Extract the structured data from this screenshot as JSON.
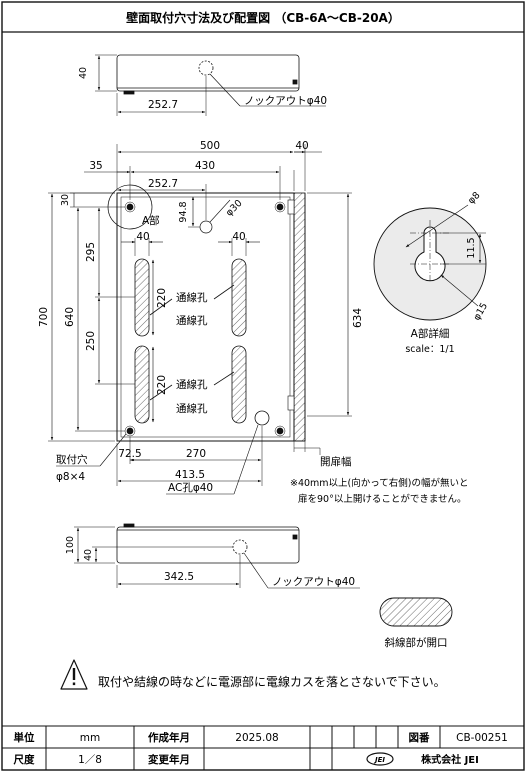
{
  "title": "壁面取付穴寸法及び配置図 （CB-6A～CB-20A）",
  "top_view": {
    "dim_height": "40",
    "dim_ko_pos": "252.7",
    "knockout_label": "ノックアウトφ40"
  },
  "front_view": {
    "dim_width": "500",
    "dim_side": "40",
    "dim_hole_x": "430",
    "dim_edge": "35",
    "dim_ko_x": "252.7",
    "dim_top_hole": "30",
    "dim_ko_y": "94.8",
    "dim_ko_dia": "φ30",
    "a_label": "A部",
    "dim_slot_w_left": "40",
    "dim_slot_w_right": "40",
    "dim_295": "295",
    "dim_height_total": "700",
    "dim_640": "640",
    "dim_250": "250",
    "dim_slot_len_1": "220",
    "dim_slot_len_2": "220",
    "wiring_hole_1": "通線孔",
    "wiring_hole_2": "通線孔",
    "wiring_hole_3": "通線孔",
    "wiring_hole_4": "通線孔",
    "dim_634": "634",
    "dim_72_5": "72.5",
    "dim_270": "270",
    "dim_413_5": "413.5",
    "mount_hole_label": "取付穴",
    "mount_hole_spec": "φ8×4",
    "ac_hole_label": "AC孔φ40",
    "door_width_label": "開扉幅",
    "note_line1": "※40mm以上(向かって右側)の幅が無いと",
    "note_line2": "扉を90°以上開けることができません。"
  },
  "detail": {
    "dim_8": "φ8",
    "dim_11_5": "11.5",
    "dim_15": "φ15",
    "label": "A部詳細",
    "scale": "scale：1/1"
  },
  "bottom_view": {
    "dim_100": "100",
    "dim_40": "40",
    "dim_342_5": "342.5",
    "knockout_label": "ノックアウトφ40"
  },
  "legend": {
    "hatch_label": "斜線部が開口"
  },
  "warning": {
    "text": "取付や結線の時などに電源部に電線カスを落とさないで下さい。"
  },
  "table": {
    "unit_label": "単位",
    "unit_value": "mm",
    "created_label": "作成年月",
    "created_value": "2025.08",
    "drawing_no_label": "図番",
    "drawing_no_value": "CB-00251",
    "scale_label": "尺度",
    "scale_value": "1／8",
    "changed_label": "変更年月",
    "company": "株式会社 JEI"
  }
}
